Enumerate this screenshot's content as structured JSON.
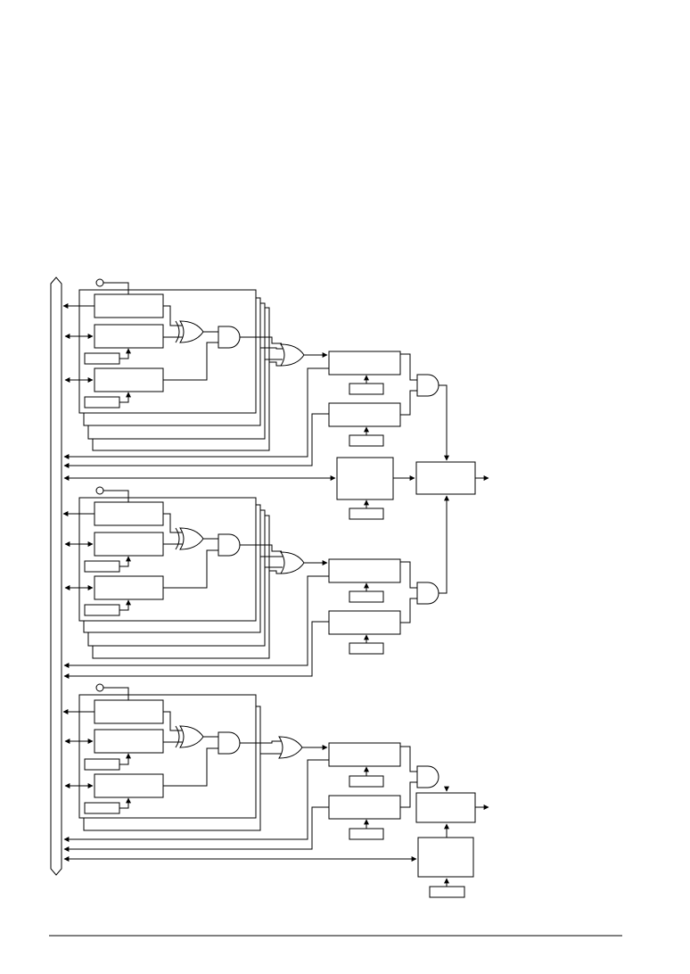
{
  "diagram": {
    "colors": {
      "stroke": "#000000",
      "background": "#ffffff"
    },
    "labels": [],
    "blocks": [
      {
        "id": "upper-match-block",
        "kind": "comparator-block",
        "stacked_layers": 4
      },
      {
        "id": "middle-match-block",
        "kind": "comparator-block",
        "stacked_layers": 4
      },
      {
        "id": "lower-match-block",
        "kind": "comparator-block",
        "stacked_layers": 2
      }
    ]
  }
}
